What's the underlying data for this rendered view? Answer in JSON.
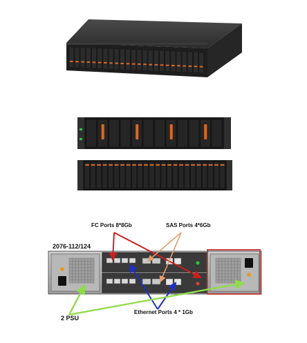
{
  "labels": {
    "fc_ports": "FC Ports 8*8Gb",
    "sas_ports": "SAS Ports 4*6Gb",
    "model": "2076-112/124",
    "ethernet_ports": "Ethernet Ports 4 * 1Gb",
    "psu": "2 PSU"
  },
  "colors": {
    "fc_arrow": "#cc1f1f",
    "sas_arrow": "#e0a070",
    "ethernet_arrow": "#1f2fbf",
    "psu_arrow": "#8fdc4a",
    "psu_highlight": "#c04040",
    "chassis": "#2a2a2a",
    "drive_accent": "#d86a20"
  },
  "drives": {
    "lff_bays": 12,
    "sff_bays": 24
  }
}
